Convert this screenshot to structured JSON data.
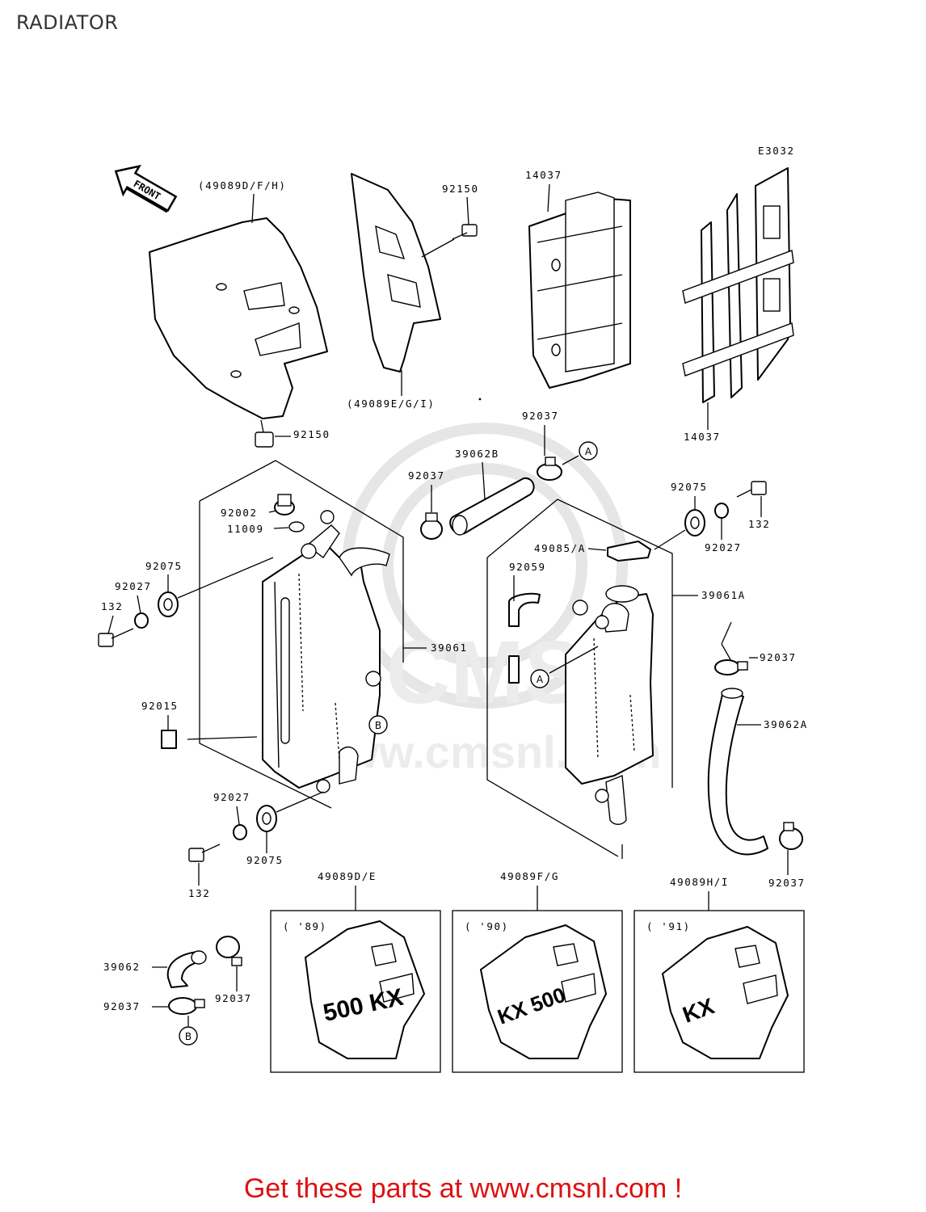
{
  "title": "RADIATOR",
  "diagram_code": "E3032",
  "front_label": "FRONT",
  "watermark": "CMS www.cmsnl.com",
  "callouts": {
    "shroud_left": "(49089D/F/H)",
    "shroud_right": "(49089E/G/I)",
    "bolt_top": "92150",
    "bolt_shroud": "92150",
    "guard_top": "14037",
    "guard_bottom": "14037",
    "clamp_a_top": "92037",
    "hose_b": "39062B",
    "clamp_left_hose": "92037",
    "bolt_right_top": "132",
    "grommet_right_top": "92075",
    "collar_right_top": "92027",
    "cap": "92002",
    "gasket": "11009",
    "grommet_left": "92075",
    "collar_left": "92027",
    "bolt_left": "132",
    "radiator_left": "39061",
    "clip": "92015",
    "collar_bottom": "92027",
    "grommet_bottom": "92075",
    "bolt_bottom": "132",
    "cover_49085": "49085/A",
    "hose_92059": "92059",
    "radiator_right": "39061A",
    "clamp_right_mid": "92037",
    "hose_a": "39062A",
    "clamp_right_bottom": "92037",
    "hose_39062": "39062",
    "clamp_b_small": "92037",
    "clamp_b_left": "92037"
  },
  "markers": {
    "a": "A",
    "b": "B"
  },
  "variants": [
    {
      "part": "49089D/E",
      "year": "( '89)",
      "logo": "500 KX"
    },
    {
      "part": "49089F/G",
      "year": "( '90)",
      "logo": "KX 500"
    },
    {
      "part": "49089H/I",
      "year": "( '91)",
      "logo": "KX"
    }
  ],
  "footer": "Get these parts at www.cmsnl.com !"
}
